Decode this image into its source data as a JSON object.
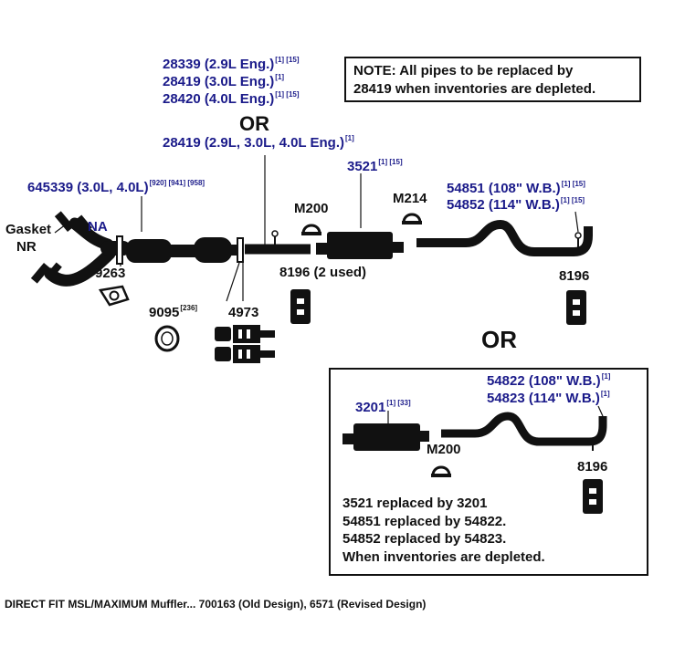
{
  "top_options": {
    "line1": {
      "part": "28339 (2.9L Eng.)",
      "refs": "[1] [15]"
    },
    "line2": {
      "part": "28419 (3.0L Eng.)",
      "refs": "[1]"
    },
    "line3": {
      "part": "28420 (4.0L Eng.)",
      "refs": "[1] [15]"
    },
    "or1": "OR",
    "line4": {
      "part": "28419 (2.9L, 3.0L, 4.0L Eng.)",
      "refs": "[1]"
    }
  },
  "note": {
    "line1": "NOTE: All pipes to be replaced by",
    "line2": "28419 when inventories are depleted."
  },
  "parts": {
    "p645339": {
      "part": "645339 (3.0L, 4.0L)",
      "refs": "[920] [941] [958]"
    },
    "gasket": "Gasket",
    "na": "NA",
    "nr": "NR",
    "p9263": "9263",
    "p9095": {
      "part": "9095",
      "refs": "[236]"
    },
    "p4973": "4973",
    "m200": "M200",
    "p8196_used": "8196 (2 used)",
    "p3521": {
      "part": "3521",
      "refs": "[1] [15]"
    },
    "m214": "M214",
    "p54851": {
      "part": "54851 (108\" W.B.)",
      "refs": "[1] [15]"
    },
    "p54852": {
      "part": "54852 (114\" W.B.)",
      "refs": "[1] [15]"
    },
    "p8196": "8196"
  },
  "or2": "OR",
  "inset": {
    "p54822": {
      "part": "54822 (108\" W.B.)",
      "refs": "[1]"
    },
    "p54823": {
      "part": "54823 (114\" W.B.)",
      "refs": "[1]"
    },
    "p3201": {
      "part": "3201",
      "refs": "[1] [33]"
    },
    "m200": "M200",
    "p8196": "8196",
    "notes": [
      "3521 replaced by 3201",
      "54851 replaced by 54822.",
      "54852 replaced by 54823.",
      "When inventories are depleted."
    ]
  },
  "caption": "DIRECT FIT MSL/MAXIMUM Muffler... 700163 (Old Design), 6571 (Revised Design)"
}
